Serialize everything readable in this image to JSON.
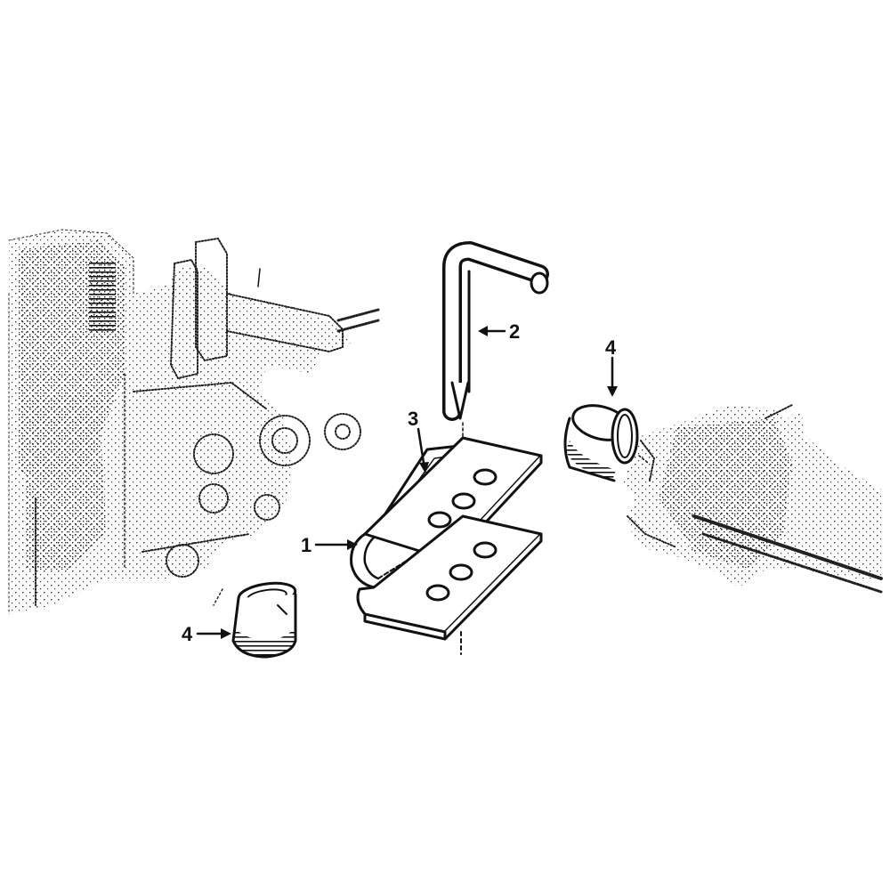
{
  "callouts": {
    "c1": "1",
    "c2": "2",
    "c3": "3",
    "c4_left": "4",
    "c4_right": "4"
  },
  "colors": {
    "ink": "#111111",
    "paper": "#ffffff"
  }
}
